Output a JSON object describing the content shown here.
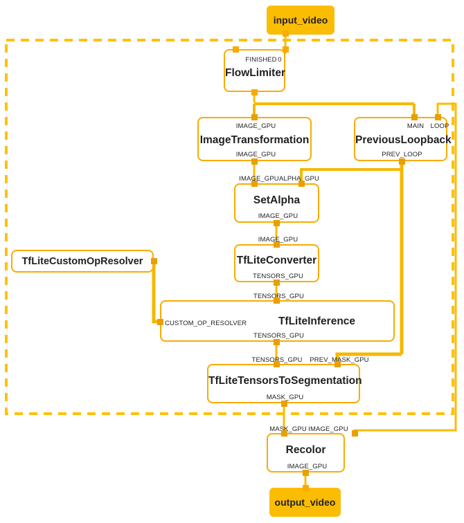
{
  "diagram": {
    "title_type": "mediapipe-calculator-graph",
    "colors": {
      "node_border": "#F9AB00",
      "stream_fill": "#FBBC04",
      "wire_thin": "#FBBC04",
      "wire_thick": "#F5B800",
      "dashed_group": "#FFC107",
      "text": "#202124",
      "background": "#FFFFFF"
    },
    "input_stream": {
      "name": "input_video"
    },
    "output_stream": {
      "name": "output_video"
    },
    "side_node": {
      "name": "TfLiteCustomOpResolver"
    },
    "nodes": [
      {
        "id": "flow_limiter",
        "name": "FlowLimiter",
        "inputs": [
          "FINISHED",
          "0"
        ],
        "outputs": [
          ""
        ]
      },
      {
        "id": "image_transformation",
        "name": "ImageTransformation",
        "inputs": [
          "IMAGE_GPU"
        ],
        "outputs": [
          "IMAGE_GPU"
        ]
      },
      {
        "id": "previous_loopback",
        "name": "PreviousLoopback",
        "inputs": [
          "MAIN",
          "LOOP"
        ],
        "outputs": [
          "PREV_LOOP"
        ]
      },
      {
        "id": "set_alpha",
        "name": "SetAlpha",
        "inputs": [
          "IMAGE_GPU",
          "ALPHA_GPU"
        ],
        "outputs": [
          "IMAGE_GPU"
        ]
      },
      {
        "id": "tflite_converter",
        "name": "TfLiteConverter",
        "inputs": [
          "IMAGE_GPU"
        ],
        "outputs": [
          "TENSORS_GPU"
        ]
      },
      {
        "id": "tflite_inference",
        "name": "TfLiteInference",
        "inputs": [
          "TENSORS_GPU",
          "CUSTOM_OP_RESOLVER"
        ],
        "outputs": [
          "TENSORS_GPU"
        ]
      },
      {
        "id": "tflite_tensors_to_segmentation",
        "name": "TfLiteTensorsToSegmentation",
        "inputs": [
          "TENSORS_GPU",
          "PREV_MASK_GPU"
        ],
        "outputs": [
          "MASK_GPU"
        ]
      },
      {
        "id": "recolor",
        "name": "Recolor",
        "inputs": [
          "MASK_GPU",
          "IMAGE_GPU"
        ],
        "outputs": [
          "IMAGE_GPU"
        ]
      }
    ],
    "labels": {
      "flow_limiter_finished": "FINISHED",
      "flow_limiter_zero": "0",
      "image_transformation_in": "IMAGE_GPU",
      "image_transformation_out": "IMAGE_GPU",
      "previous_loopback_main": "MAIN",
      "previous_loopback_loop": "LOOP",
      "previous_loopback_out": "PREV_LOOP",
      "set_alpha_in_image": "IMAGE_GPU",
      "set_alpha_in_alpha": "ALPHA_GPU",
      "set_alpha_out": "IMAGE_GPU",
      "tflite_converter_in": "IMAGE_GPU",
      "tflite_converter_out": "TENSORS_GPU",
      "tflite_inference_in": "TENSORS_GPU",
      "tflite_inference_side": "CUSTOM_OP_RESOLVER",
      "tflite_inference_out": "TENSORS_GPU",
      "segmentation_in": "TENSORS_GPU",
      "segmentation_prev": "PREV_MASK_GPU",
      "segmentation_out": "MASK_GPU",
      "recolor_in_mask": "MASK_GPU",
      "recolor_in_image": "IMAGE_GPU",
      "recolor_out": "IMAGE_GPU"
    }
  }
}
